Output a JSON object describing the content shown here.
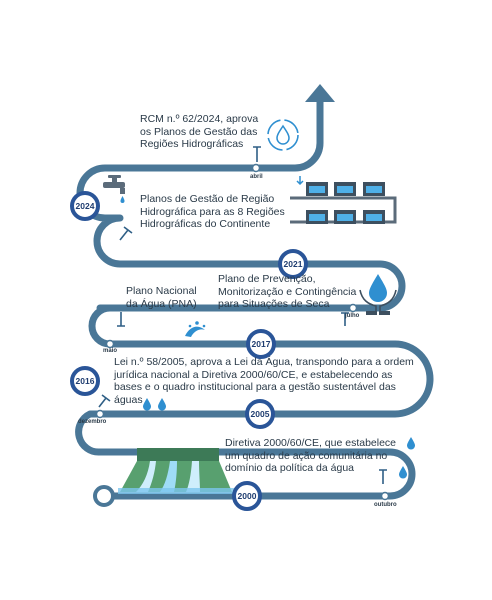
{
  "colors": {
    "road": "#4a7797",
    "year_ring": "#2a5598",
    "marker": "#2f5f86",
    "water": "#2f8fd0",
    "text": "#2a3a48"
  },
  "years": [
    "2024",
    "2021",
    "2017",
    "2016",
    "2005",
    "2000"
  ],
  "months": [
    "abril",
    "maio",
    "julho",
    "dezembro",
    "outubro"
  ],
  "events": [
    {
      "text": "RCM n.º 62/2024, aprova os Planos de Gestão das Regiões Hidrográficas"
    },
    {
      "text": "Planos de Gestão de Região Hidrográfica para as 8 Regiões Hidrográficas do Continente"
    },
    {
      "text": "Plano de Prevenção, Monitorização e Contingência para Situações de Seca"
    },
    {
      "text": "Plano Nacional da Água (PNA)"
    },
    {
      "text": "Lei n.º 58/2005, aprova a Lei da Água, transpondo para a ordem jurídica nacional a Diretiva 2000/60/CE, e estabelecendo as bases e o quadro institucional para a gestão sustentável das águas"
    },
    {
      "text": "Diretiva 2000/60/CE, que estabelece um quadro de ação comunitária no domínio da política da água"
    }
  ],
  "icons": [
    "water-cycle-icon",
    "faucet-icon",
    "treatment-plant-icon",
    "hands-water-drop-icon",
    "water-splash-icon",
    "water-drops-icon",
    "dam-icon"
  ]
}
